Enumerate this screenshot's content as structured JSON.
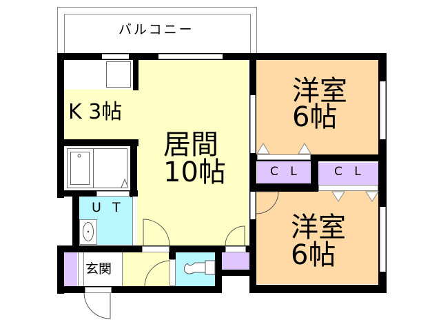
{
  "floorplan": {
    "balcony": {
      "label": "バルコニー"
    },
    "kitchen": {
      "label": "K 3帖",
      "color": "#ffffc6"
    },
    "living": {
      "label_line1": "居間",
      "label_line2": "10帖",
      "color": "#ffffc6"
    },
    "bedroom_top": {
      "label_line1": "洋室",
      "label_line2": "6帖",
      "color": "#ffd9a6"
    },
    "bedroom_bottom": {
      "label_line1": "洋室",
      "label_line2": "6帖",
      "color": "#ffd9a6"
    },
    "closet_left": {
      "label": "C L",
      "color": "#e0c6ff"
    },
    "closet_right": {
      "label": "C L",
      "color": "#e0c6ff"
    },
    "utility": {
      "label": "U T",
      "color": "#b9f7ff"
    },
    "entrance": {
      "label": "玄関"
    },
    "toilet": {
      "color": "#b9f7ff"
    },
    "wall_color": "#000000"
  }
}
